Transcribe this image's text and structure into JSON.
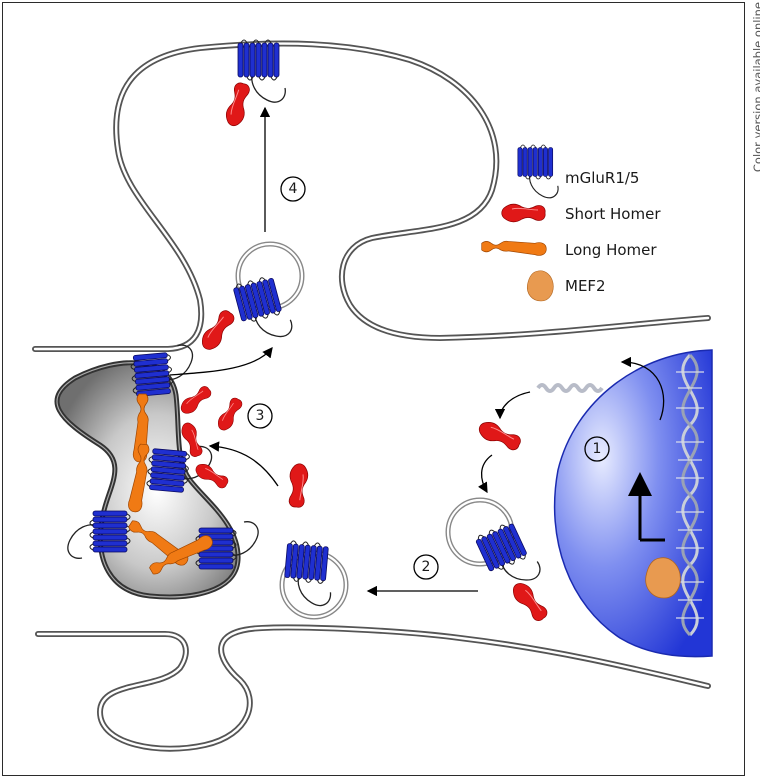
{
  "side_note": "Color version available online",
  "legend": {
    "mglur": "mGluR1/5",
    "short_homer": "Short Homer",
    "long_homer": "Long Homer",
    "mef2": "MEF2"
  },
  "steps": [
    "1",
    "2",
    "3",
    "4"
  ],
  "colors": {
    "receptor": "#1f2fd0",
    "short_homer": "#e01818",
    "long_homer": "#f07a14",
    "mef2": "#e89a50",
    "nucleus": "#3a4fe0",
    "membrane": "#555555"
  }
}
